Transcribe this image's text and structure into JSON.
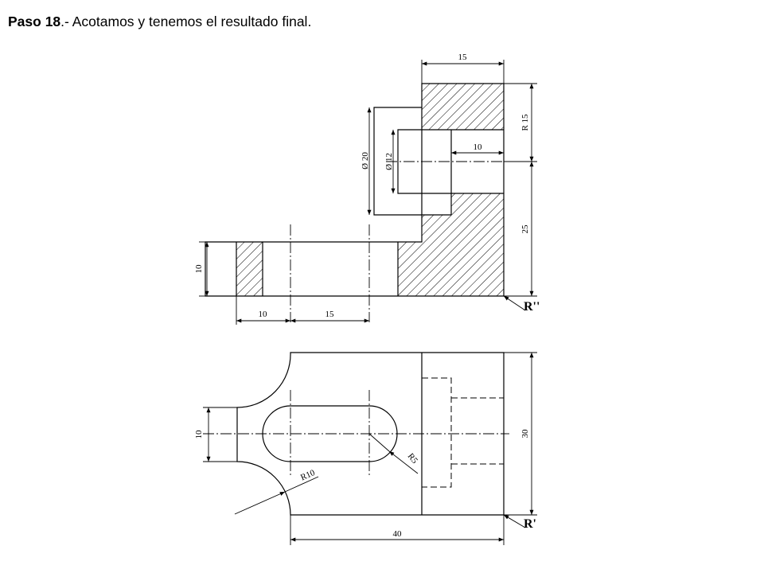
{
  "title": {
    "step": "Paso 18",
    "text": ".- Acotamos y tenemos el resultado final."
  },
  "elevation_view": {
    "dimensions": {
      "top_width": "15",
      "radius": "R 15",
      "inner": "10",
      "outer_diameter": "Ø 20",
      "inner_diameter": "Ø 12",
      "height": "25",
      "base_height": "10",
      "base_left": "10",
      "base_mid": "15"
    },
    "reference": "R''"
  },
  "plan_view": {
    "dimensions": {
      "left_height": "10",
      "right_height": "30",
      "bottom_width": "40",
      "fillet_radius": "R10",
      "slot_radius": "R5"
    },
    "reference": "R'"
  },
  "colors": {
    "line": "#000000",
    "background": "#ffffff"
  }
}
